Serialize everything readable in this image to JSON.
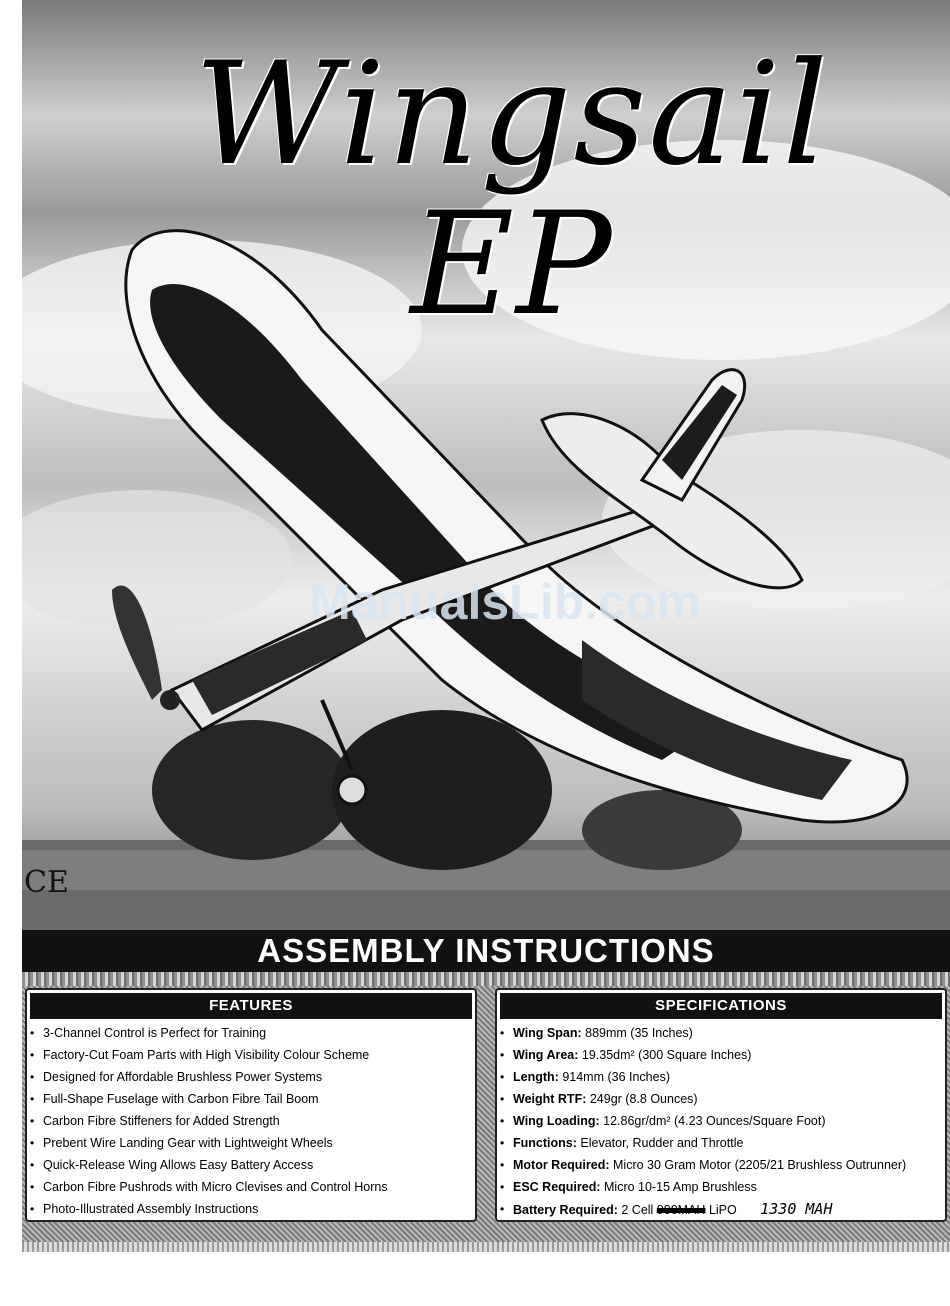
{
  "document": {
    "title": "Wingsail EP",
    "watermark": "ManualsLib.com",
    "ce_mark": "CE",
    "banner": "ASSEMBLY INSTRUCTIONS"
  },
  "features": {
    "heading": "FEATURES",
    "items": [
      "3-Channel Control is Perfect for Training",
      "Factory-Cut Foam Parts with High Visibility Colour Scheme",
      "Designed for Affordable Brushless Power Systems",
      "Full-Shape Fuselage with Carbon Fibre Tail Boom",
      "Carbon Fibre Stiffeners for Added Strength",
      "Prebent Wire Landing Gear with Lightweight Wheels",
      "Quick-Release Wing Allows Easy Battery Access",
      "Carbon Fibre Pushrods with Micro Clevises and Control Horns",
      "Photo-Illustrated Assembly Instructions"
    ]
  },
  "specifications": {
    "heading": "SPECIFICATIONS",
    "items": [
      {
        "label": "Wing Span:",
        "value": "889mm (35 Inches)"
      },
      {
        "label": "Wing Area:",
        "value": "19.35dm² (300 Square Inches)"
      },
      {
        "label": "Length:",
        "value": "914mm (36 Inches)"
      },
      {
        "label": "Weight RTF:",
        "value": "249gr (8.8 Ounces)"
      },
      {
        "label": "Wing Loading:",
        "value": "12.86gr/dm² (4.23 Ounces/Square Foot)"
      },
      {
        "label": "Functions:",
        "value": "Elevator, Rudder and Throttle"
      },
      {
        "label": "Motor Required:",
        "value": "Micro 30 Gram Motor (2205/21 Brushless Outrunner)"
      },
      {
        "label": "ESC Required:",
        "value": "Micro 10-15 Amp Brushless"
      }
    ],
    "battery": {
      "label": "Battery Required:",
      "value_prefix": "2 Cell",
      "struck_out": "900MAH",
      "value_suffix": "LiPO",
      "handwritten": "1330 MAH"
    }
  }
}
